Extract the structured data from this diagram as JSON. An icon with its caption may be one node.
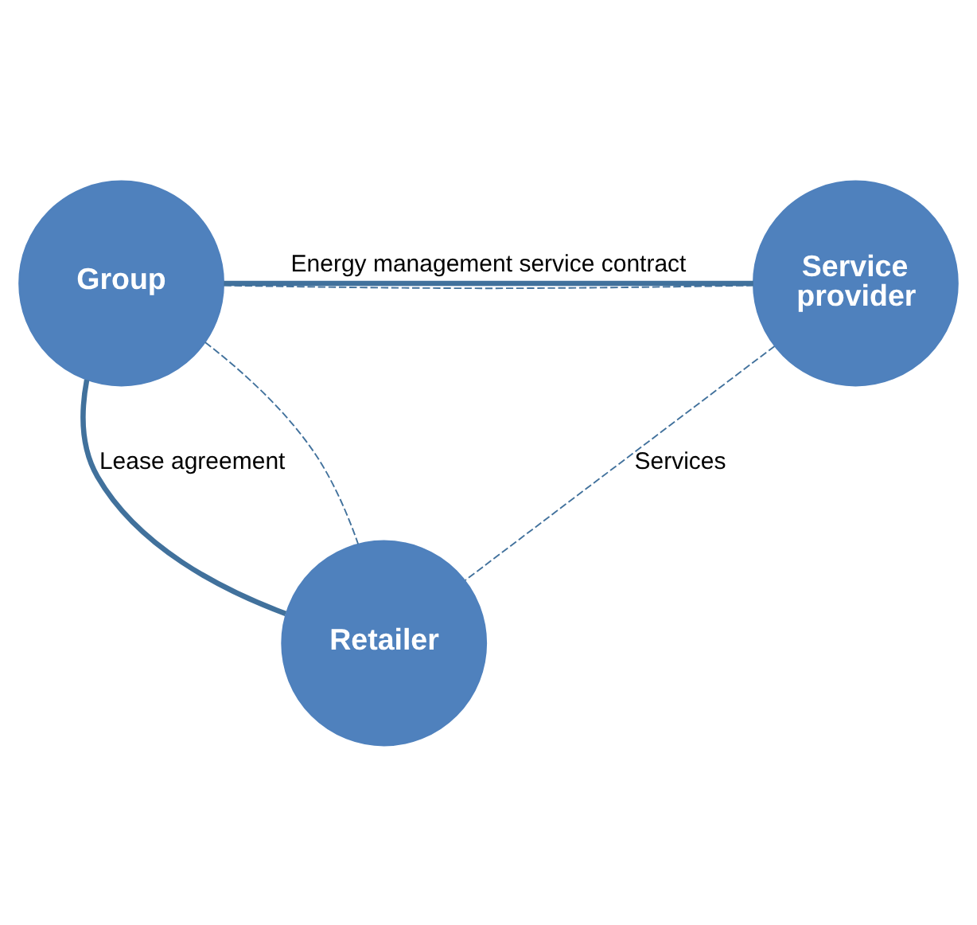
{
  "diagram": {
    "nodes": [
      {
        "text": [
          "Group"
        ]
      },
      {
        "text": [
          "Service provider"
        ]
      },
      {
        "text": [
          "Retailer"
        ]
      }
    ],
    "edges": [
      {
        "from": 0,
        "to": 1,
        "arrow": "none",
        "style": "thick",
        "label": "Energy management service contract"
      },
      {
        "from": 0,
        "to": 1,
        "arrow": "none",
        "style": "dashed"
      },
      {
        "from": 0,
        "to": 2,
        "arrow": "none",
        "style": "thick",
        "label": "Lease agreement"
      },
      {
        "from": 0,
        "to": 2,
        "arrow": "none",
        "style": "dashed"
      },
      {
        "from": 1,
        "to": 2,
        "arrow": "none",
        "style": "dashed",
        "label": "Services"
      }
    ]
  }
}
